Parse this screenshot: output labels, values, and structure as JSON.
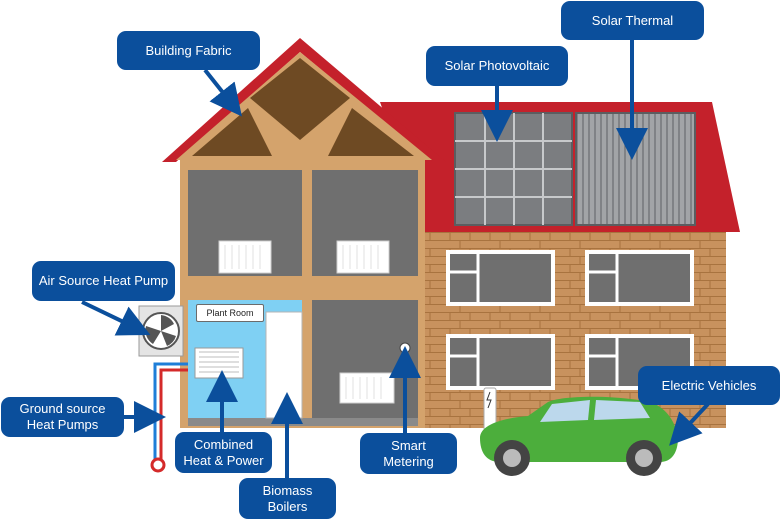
{
  "labels": {
    "building_fabric": "Building Fabric",
    "solar_photovoltaic": "Solar Photovoltaic",
    "solar_thermal": "Solar Thermal",
    "air_source_heat_pump": "Air Source Heat Pump",
    "ground_source_heat_pumps": "Ground source\nHeat Pumps",
    "combined_heat_power": "Combined\nHeat & Power",
    "biomass_boilers": "Biomass\nBoilers",
    "smart_metering": "Smart\nMetering",
    "electric_vehicles": "Electric Vehicles",
    "plant_room": "Plant Room"
  },
  "colors": {
    "callout": "#0b4f9c",
    "roof_red": "#c4212b",
    "brick": "#c8925e",
    "timber": "#d4a36c",
    "attic": "#6e4a23",
    "room_grey": "#6f6f6f",
    "plant_room": "#7fd0f3",
    "car_green": "#4cae3c",
    "solar_pv": "#7b7d80",
    "solar_thermal": "#9fa1a4"
  }
}
